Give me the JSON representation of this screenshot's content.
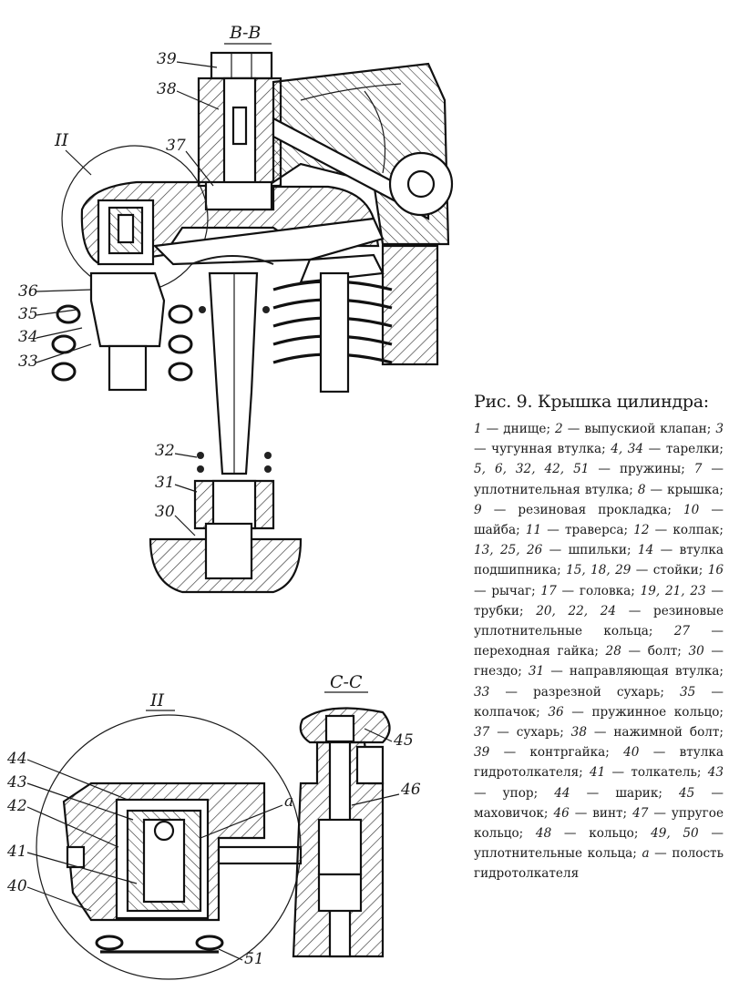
{
  "section_labels": {
    "bb": "В-В",
    "detail": "II",
    "detail_main": "II",
    "cc": "С-С"
  },
  "callouts_main": [
    "39",
    "38",
    "37",
    "36",
    "35",
    "34",
    "33",
    "32",
    "31",
    "30"
  ],
  "callouts_detail": [
    "44",
    "43",
    "42",
    "41",
    "40",
    "51",
    "а"
  ],
  "callouts_cc": [
    "45",
    "46"
  ],
  "caption": {
    "title": "Рис. 9. Крышка цилиндра:",
    "legend": [
      {
        "num": "1",
        "text": "днище"
      },
      {
        "num": "2",
        "text": "выпускиой клапан"
      },
      {
        "num": "3",
        "text": "чугунная втулка"
      },
      {
        "num": "4, 34",
        "text": "тарелки"
      },
      {
        "num": "5, 6, 32, 42, 51",
        "text": "пружины"
      },
      {
        "num": "7",
        "text": "уплотнительная втулка"
      },
      {
        "num": "8",
        "text": "крышка"
      },
      {
        "num": "9",
        "text": "резиновая прокладка"
      },
      {
        "num": "10",
        "text": "шайба"
      },
      {
        "num": "11",
        "text": "траверса"
      },
      {
        "num": "12",
        "text": "колпак"
      },
      {
        "num": "13, 25, 26",
        "text": "шпильки"
      },
      {
        "num": "14",
        "text": "втулка подшипника"
      },
      {
        "num": "15, 18, 29",
        "text": "стойки"
      },
      {
        "num": "16",
        "text": "рычаг"
      },
      {
        "num": "17",
        "text": "головка"
      },
      {
        "num": "19, 21, 23",
        "text": "трубки"
      },
      {
        "num": "20, 22, 24",
        "text": "резиновые уплотнительные кольца"
      },
      {
        "num": "27",
        "text": "переходная гайка"
      },
      {
        "num": "28",
        "text": "болт"
      },
      {
        "num": "30",
        "text": "гнездо"
      },
      {
        "num": "31",
        "text": "направляющая втулка"
      },
      {
        "num": "33",
        "text": "разрезной сухарь"
      },
      {
        "num": "35",
        "text": "колпачок"
      },
      {
        "num": "36",
        "text": "пружинное кольцо"
      },
      {
        "num": "37",
        "text": "сухарь"
      },
      {
        "num": "38",
        "text": "нажимной болт"
      },
      {
        "num": "39",
        "text": "контргайка"
      },
      {
        "num": "40",
        "text": "втулка гидротолкателя"
      },
      {
        "num": "41",
        "text": "толкатель"
      },
      {
        "num": "43",
        "text": "упор"
      },
      {
        "num": "44",
        "text": "шарик"
      },
      {
        "num": "45",
        "text": "маховичок"
      },
      {
        "num": "46",
        "text": "винт"
      },
      {
        "num": "47",
        "text": "упругое кольцо"
      },
      {
        "num": "48",
        "text": "кольцо"
      },
      {
        "num": "49, 50",
        "text": "уплотнительные кольца"
      },
      {
        "num": "а",
        "text": "полость гидротолкателя"
      }
    ]
  }
}
